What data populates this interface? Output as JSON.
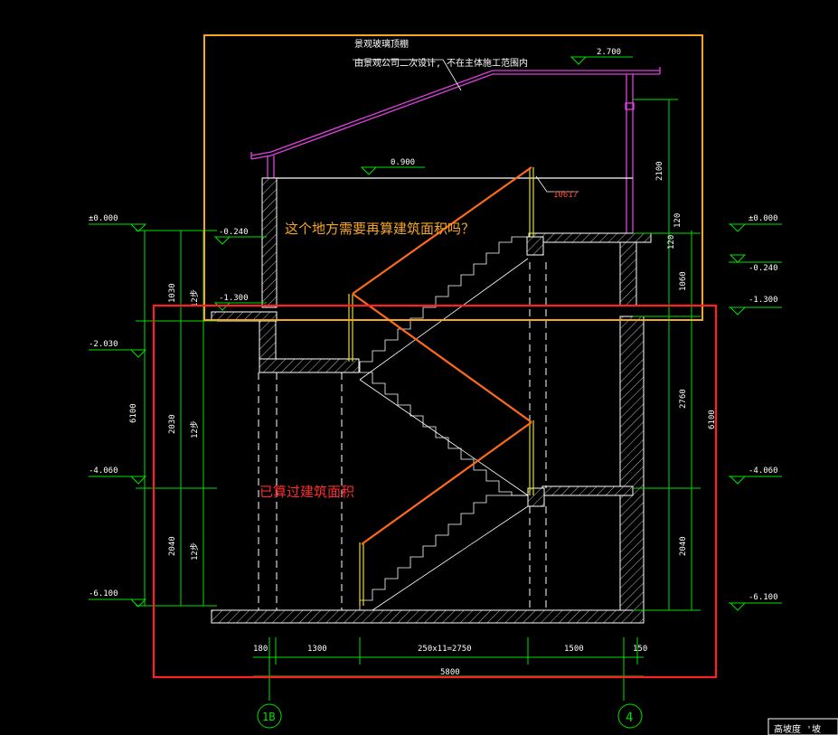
{
  "annotations": {
    "canopy_note_line1": "景观玻璃顶棚",
    "canopy_note_line2": "由景观公司二次设计, 不在主体施工范围内",
    "question": "这个地方需要再算建筑面积吗？",
    "counted": "已算过建筑面积",
    "tag": "10617"
  },
  "elevations": {
    "canopy_top": "2.700",
    "slab_top": "0.900",
    "left": [
      "±0.000",
      "-0.240",
      "-1.300",
      "-2.030",
      "-4.060",
      "-6.100"
    ],
    "right": [
      "±0.000",
      "-0.240",
      "-1.300",
      "-4.060",
      "-6.100"
    ]
  },
  "dims": {
    "left_total": "6100",
    "left_segments": [
      "1030",
      "2030",
      "2040"
    ],
    "left_steps": [
      "12步",
      "12步",
      "12步"
    ],
    "right_total": "6100",
    "right_segments": [
      "2100",
      "120",
      "120",
      "1060",
      "2760",
      "2040"
    ],
    "bottom": [
      "180",
      "1300",
      "250x11=2750",
      "1500",
      "150"
    ],
    "bottom_total": "5800"
  },
  "axes": [
    "1B",
    "4"
  ],
  "corner_text": "高坡度 '坡"
}
